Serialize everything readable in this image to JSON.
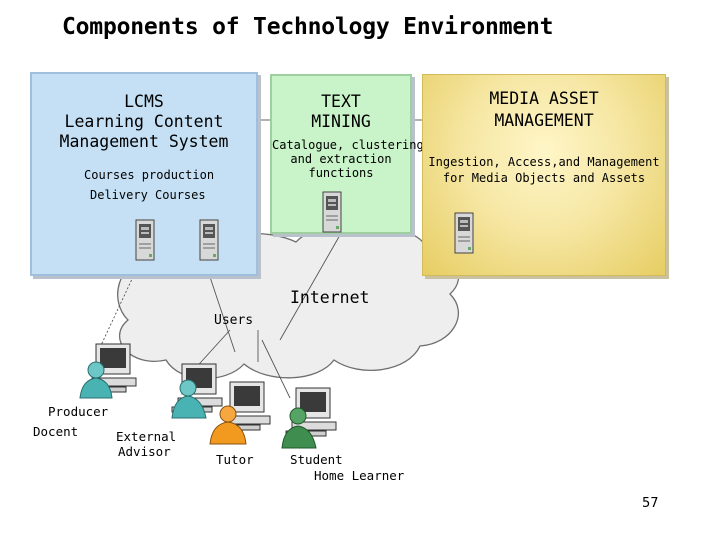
{
  "title": "Components of Technology Environment",
  "lcms": {
    "line1": "LCMS",
    "line2": "Learning Content",
    "line3": "Management System",
    "item1": "Courses production",
    "item2": "Delivery Courses"
  },
  "text_mining": {
    "line1": "TEXT",
    "line2": "MINING",
    "desc1": "Catalogue, clustering",
    "desc2": "and extraction",
    "desc3": "functions"
  },
  "media": {
    "line1": "MEDIA ASSET",
    "line2": "MANAGEMENT",
    "desc1": "Ingestion, Access,and Management",
    "desc2": "for Media Objects and Assets"
  },
  "internet_label": "Internet",
  "users_label": "Users",
  "roles": {
    "producer": "Producer",
    "docent": "Docent",
    "external1": "External",
    "external2": "Advisor",
    "tutor": "Tutor",
    "student1": "Student",
    "student2": "Home Learner"
  },
  "page_number": "57",
  "colors": {
    "lcms_fill": "#c5e0f5",
    "text_mining_fill": "#c9f3c8",
    "media_fill": "#f6e7a4",
    "cloud_fill": "#eeeeee"
  }
}
